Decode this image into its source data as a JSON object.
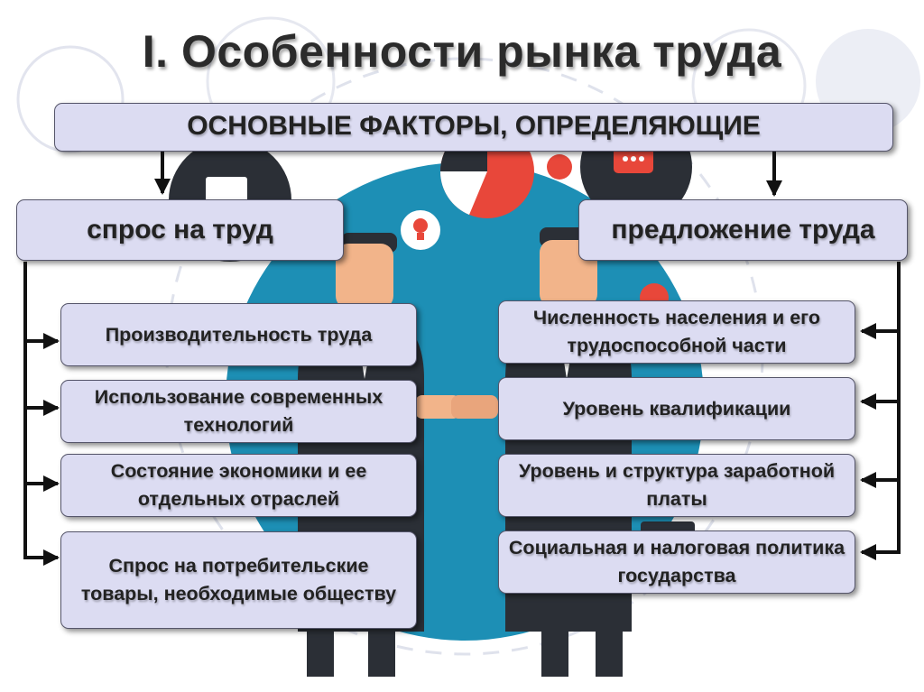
{
  "title": "I. Особенности рынка труда",
  "header": "ОСНОВНЫЕ ФАКТОРЫ, ОПРЕДЕЛЯЮЩИЕ",
  "demand": {
    "label": "спрос на труд",
    "factors": [
      "Производительность труда",
      "Использование современных технологий",
      "Состояние экономики и ее отдельных отраслей",
      "Спрос на потребительские товары, необходимые обществу"
    ]
  },
  "supply": {
    "label": "предложение труда",
    "factors": [
      "Численность населения и его трудоспособной части",
      "Уровень квалификации",
      "Уровень и структура заработной платы",
      "Социальная и налоговая политика государства"
    ]
  },
  "colors": {
    "box_fill": "#dcdcf2",
    "box_border": "#55556a",
    "bg_circle": "#1d8fb5",
    "accent_red": "#e8473a",
    "dark": "#2b2f36"
  }
}
